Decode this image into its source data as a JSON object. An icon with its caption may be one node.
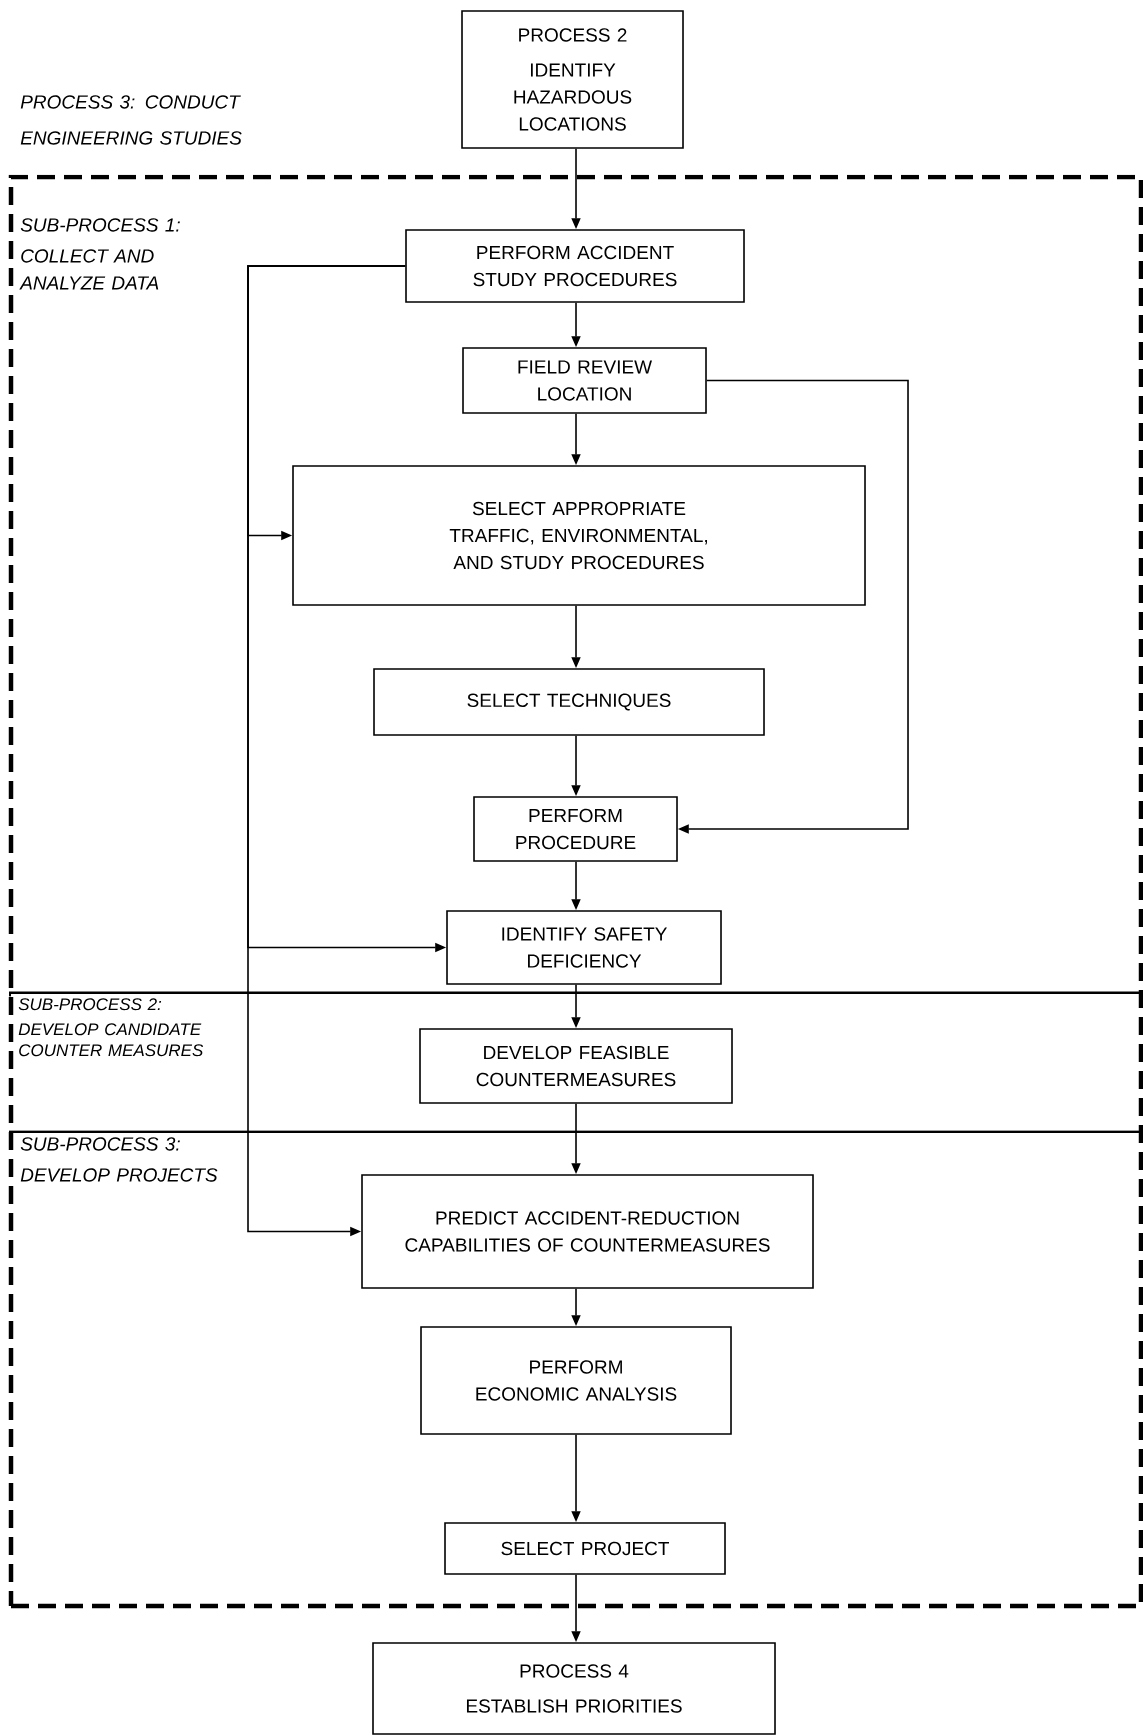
{
  "diagram": {
    "nodes": [
      {
        "text": [
          "PROCESS 2",
          "IDENTIFY HAZARDOUS LOCATIONS"
        ]
      },
      {
        "text": [
          "PROCESS 3: CONDUCT ENGINEERING STUDIES"
        ]
      },
      {
        "text": [
          "SUB-PROCESS 1:",
          "COLLECT AND ANALYZE DATA"
        ],
        "in": 1
      },
      {
        "text": [
          "PERFORM ACCIDENT STUDY PROCEDURES"
        ],
        "in": 2
      },
      {
        "text": [
          "FIELD REVIEW LOCATION"
        ],
        "in": 2
      },
      {
        "text": [
          "SELECT APPROPRIATE TRAFFIC, ENVIRONMENTAL, AND STUDY PROCEDURES"
        ],
        "in": 2
      },
      {
        "text": [
          "SELECT TECHNIQUES"
        ],
        "in": 2
      },
      {
        "text": [
          "PERFORM PROCEDURE"
        ],
        "in": 2
      },
      {
        "text": [
          "IDENTIFY SAFETY DEFICIENCY"
        ],
        "in": 2
      },
      {
        "text": [
          "SUB-PROCESS 2:",
          "DEVELOP CANDIDATE COUNTER MEASURES"
        ],
        "in": 1
      },
      {
        "text": [
          "DEVELOP FEASIBLE COUNTERMEASURES"
        ],
        "in": 9
      },
      {
        "text": [
          "SUB-PROCESS 3:",
          "DEVELOP PROJECTS"
        ],
        "in": 1
      },
      {
        "text": [
          "PREDICT ACCIDENT-REDUCTION CAPABILITIES OF COUNTERMEASURES"
        ],
        "in": 11
      },
      {
        "text": [
          "PERFORM ECONOMIC ANALYSIS"
        ],
        "in": 11
      },
      {
        "text": [
          "SELECT PROJECT"
        ],
        "in": 11
      },
      {
        "text": [
          "PROCESS 4",
          "ESTABLISH PRIORITIES"
        ]
      }
    ],
    "edges": [
      {
        "from": 0,
        "to": 3,
        "arrow": "to"
      },
      {
        "from": 3,
        "to": 4,
        "arrow": "to"
      },
      {
        "from": 4,
        "to": 5,
        "arrow": "to"
      },
      {
        "from": 5,
        "to": 6,
        "arrow": "to"
      },
      {
        "from": 6,
        "to": 7,
        "arrow": "to"
      },
      {
        "from": 7,
        "to": 8,
        "arrow": "to"
      },
      {
        "from": 4,
        "to": 7,
        "arrow": "to"
      },
      {
        "from": 3,
        "to": 5,
        "arrow": "to"
      },
      {
        "from": 3,
        "to": 8,
        "arrow": "to"
      },
      {
        "from": 3,
        "to": 12,
        "arrow": "to"
      },
      {
        "from": 8,
        "to": 10,
        "arrow": "to"
      },
      {
        "from": 10,
        "to": 12,
        "arrow": "to"
      },
      {
        "from": 12,
        "to": 13,
        "arrow": "to"
      },
      {
        "from": 13,
        "to": 14,
        "arrow": "to"
      },
      {
        "from": 14,
        "to": 15,
        "arrow": "to"
      }
    ]
  }
}
